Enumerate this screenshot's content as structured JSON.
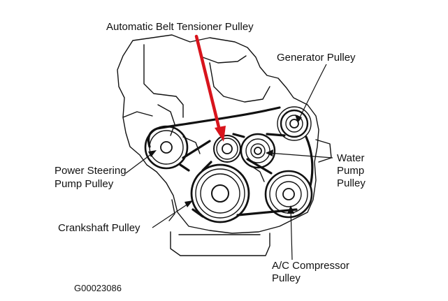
{
  "labels": {
    "tensioner": "Automatic Belt Tensioner Pulley",
    "generator": "Generator Pulley",
    "water_1": "Water",
    "water_2": "Pump",
    "water_3": "Pulley",
    "power_steering_1": "Power Steering",
    "power_steering_2": "Pump Pulley",
    "crankshaft": "Crankshaft Pulley",
    "ac_1": "A/C Compressor",
    "ac_2": "Pulley",
    "figure_code": "G00023086"
  },
  "colors": {
    "line": "#111111",
    "highlight_arrow": "#d8141c",
    "background": "#ffffff"
  }
}
